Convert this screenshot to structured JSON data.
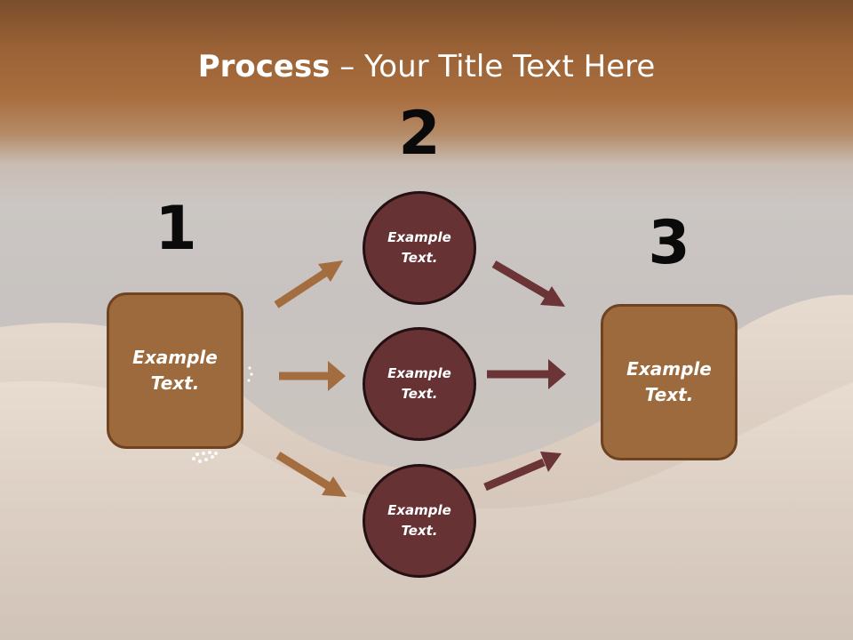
{
  "title": {
    "bold": "Process",
    "rest": " – Your Title Text Here"
  },
  "steps": [
    {
      "number": "1",
      "text_line1": "Example",
      "text_line2": "Text."
    },
    {
      "number": "2"
    },
    {
      "number": "3",
      "text_line1": "Example",
      "text_line2": "Text."
    }
  ],
  "circles": [
    {
      "text_line1": "Example",
      "text_line2": "Text."
    },
    {
      "text_line1": "Example",
      "text_line2": "Text."
    },
    {
      "text_line1": "Example",
      "text_line2": "Text."
    }
  ],
  "colors": {
    "box_fill": "#9d6a3e",
    "box_border": "#6f4320",
    "circle_fill": "#663234",
    "circle_border": "#241012",
    "arrow_left": "#a36d3f",
    "arrow_right": "#6b3436"
  }
}
